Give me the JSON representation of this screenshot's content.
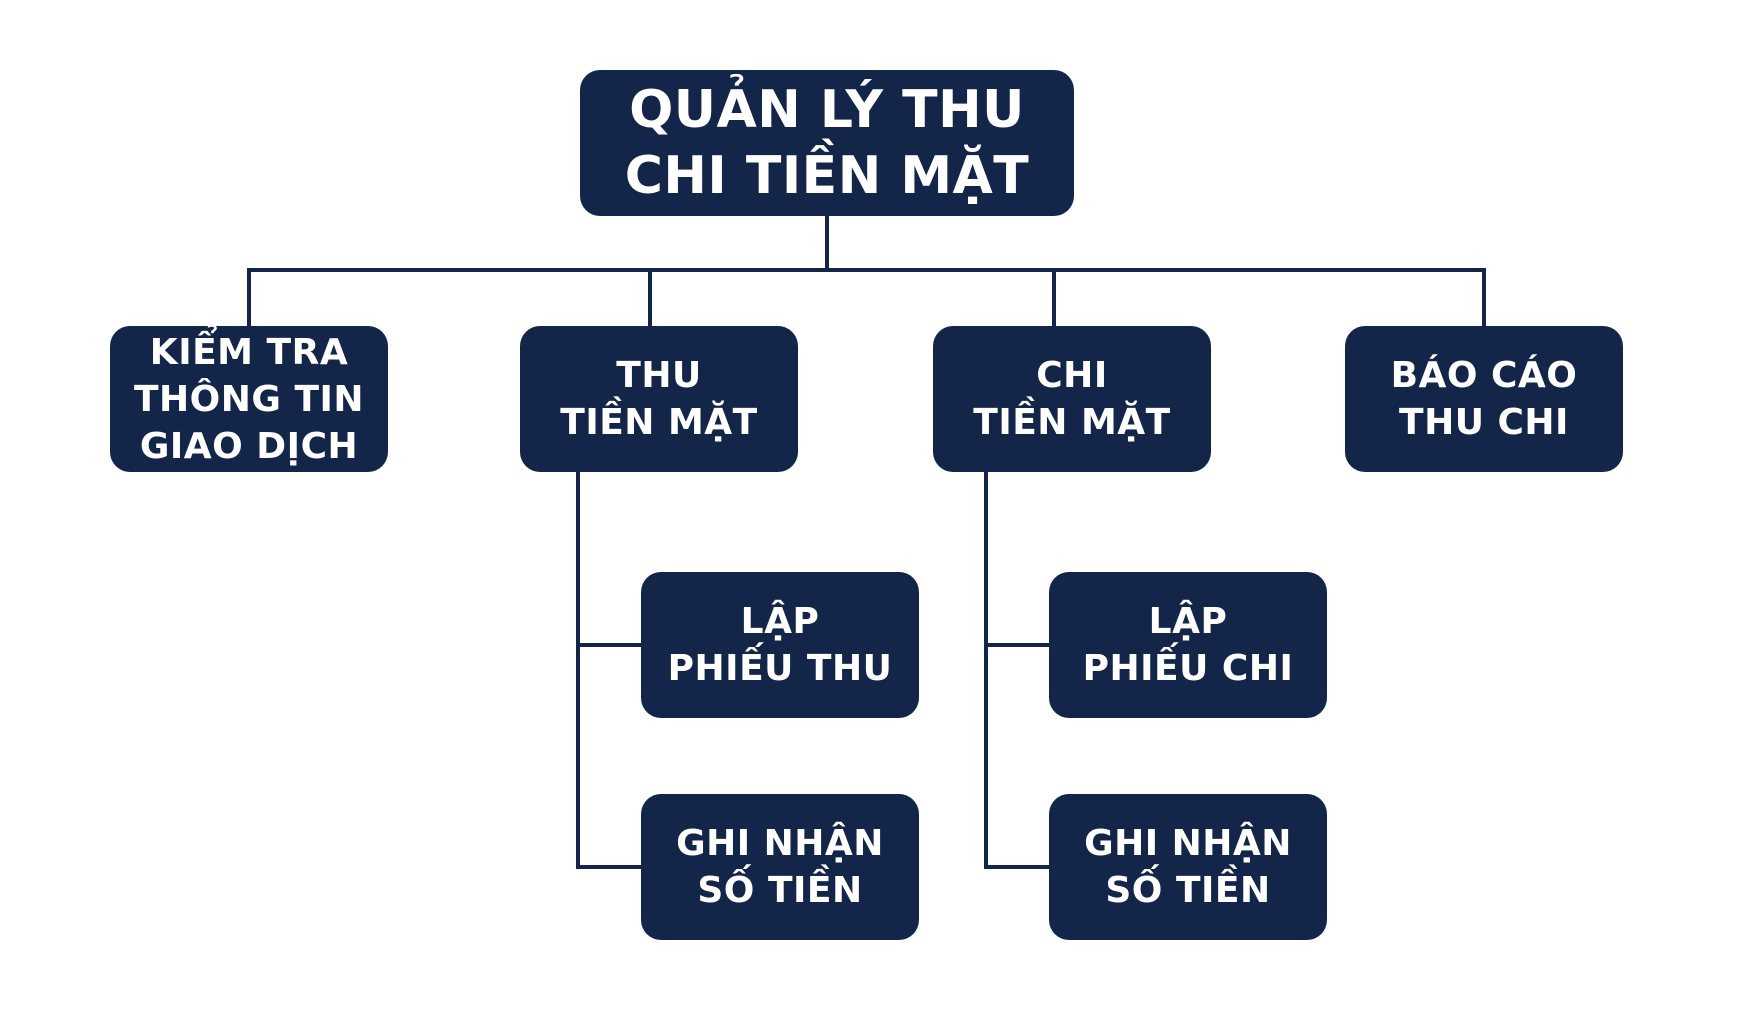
{
  "root": {
    "line1": "QUẢN LÝ THU",
    "line2": "CHI TIỀN MẶT"
  },
  "level1": {
    "kiem_tra": {
      "line1": "KIỂM TRA",
      "line2": "THÔNG TIN",
      "line3": "GIAO DỊCH"
    },
    "thu": {
      "line1": "THU",
      "line2": "TIỀN MẶT"
    },
    "chi": {
      "line1": "CHI",
      "line2": "TIỀN MẶT"
    },
    "bao_cao": {
      "line1": "BÁO CÁO",
      "line2": "THU CHI"
    }
  },
  "thu_children": {
    "lap_phieu": {
      "line1": "LẬP",
      "line2": "PHIẾU THU"
    },
    "ghi_nhan": {
      "line1": "GHI NHẬN",
      "line2": "SỐ TIỀN"
    }
  },
  "chi_children": {
    "lap_phieu": {
      "line1": "LẬP",
      "line2": "PHIẾU CHI"
    },
    "ghi_nhan": {
      "line1": "GHI NHẬN",
      "line2": "SỐ TIỀN"
    }
  },
  "colors": {
    "node_fill": "#14254a",
    "node_text": "#ffffff",
    "connector": "#14254a"
  }
}
